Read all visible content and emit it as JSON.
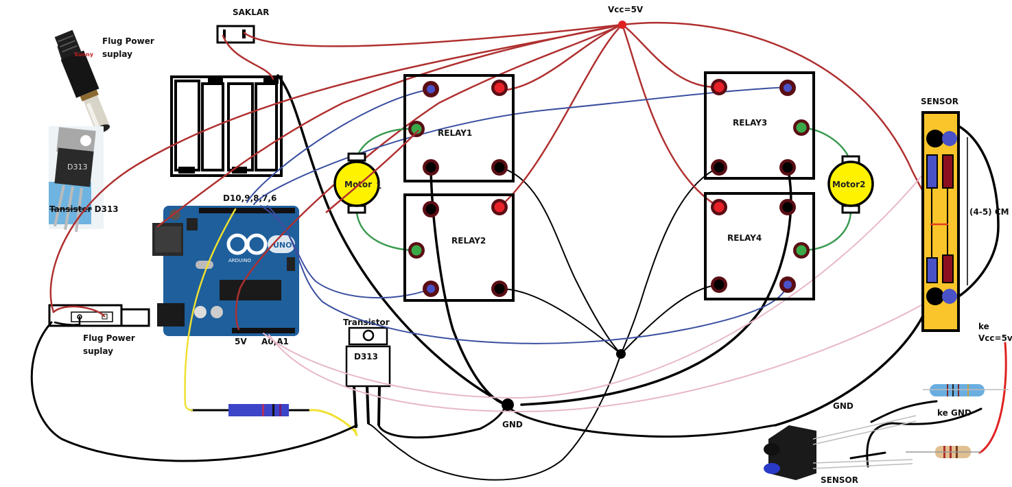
{
  "title": "Arduino 4-relay dual motor wiring diagram",
  "labels": {
    "switch": "SAKLAR",
    "vcc": "Vcc=5V",
    "plug_top": [
      "Flug Power",
      "suplay"
    ],
    "plug_bottom": [
      "Flug Power",
      "suplay"
    ],
    "transistor_photo": "Tansister D313",
    "transistor_photo_chip": "D313",
    "arduino_digital": "D10,9,8,7,6",
    "arduino_5v": "5V",
    "arduino_analog": "A0,A1",
    "arduino_logo": "ARDUINO",
    "arduino_uno": "UNO",
    "transistor_title": "Transistor",
    "transistor_part": "D313",
    "gnd": "GND",
    "sensor_board": "SENSOR",
    "sensor_distance": "(4-5) CM",
    "ke_vcc": [
      "ke",
      "Vcc=5v"
    ],
    "ke_gnd": "ke GND",
    "sensor_gnd": "GND",
    "sensor_module": "SENSOR"
  },
  "relays": [
    {
      "label": "RELAY1"
    },
    {
      "label": "RELAY2"
    },
    {
      "label": "RELAY3"
    },
    {
      "label": "RELAY4"
    }
  ],
  "motors": [
    {
      "label": "Motor",
      "suffix": "1"
    },
    {
      "label": "Motor2",
      "suffix": ""
    }
  ],
  "colors": {
    "vcc_wire": "#b03030",
    "vcc_node": "#e02020",
    "signal_wire": "#3a4fa0",
    "motor_wire": "#3a9a50",
    "sensor_wire": "#e8b8c8",
    "gnd_wire": "#000000",
    "base_wire": "#f0e030",
    "motor_body": "#fff200",
    "sensor_board": "#f9c52a",
    "arduino_board": "#1a5a9a",
    "terminal_ring": "#5a0e14",
    "terminal_red": "#e82028",
    "terminal_green": "#3aaa48",
    "terminal_blue": "#4a52c8"
  }
}
